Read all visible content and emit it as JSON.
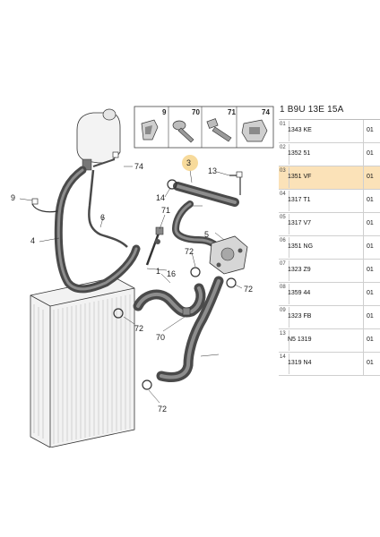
{
  "header_code": "1 B9U 13E 15A",
  "callouts": {
    "c1": "1",
    "c3": "3",
    "c4": "4",
    "c5": "5",
    "c6": "6",
    "c9": "9",
    "c13": "13",
    "c14": "14",
    "c16": "16",
    "c70": "70",
    "c71": "71",
    "c72a": "72",
    "c72b": "72",
    "c72c": "72",
    "c72d": "72",
    "c74": "74"
  },
  "boxes": {
    "b9": "9",
    "b70": "70",
    "b71": "71",
    "b74": "74"
  },
  "parts": [
    {
      "index": "01",
      "ref": "1343 KE",
      "qty": "01",
      "highlight": false
    },
    {
      "index": "02",
      "ref": "1352 51",
      "qty": "01",
      "highlight": false
    },
    {
      "index": "03",
      "ref": "1351 VF",
      "qty": "01",
      "highlight": true
    },
    {
      "index": "04",
      "ref": "1317 T1",
      "qty": "01",
      "highlight": false
    },
    {
      "index": "05",
      "ref": "1317 V7",
      "qty": "01",
      "highlight": false
    },
    {
      "index": "06",
      "ref": "1351 NG",
      "qty": "01",
      "highlight": false
    },
    {
      "index": "07",
      "ref": "1323 Z9",
      "qty": "01",
      "highlight": false
    },
    {
      "index": "08",
      "ref": "1359 44",
      "qty": "01",
      "highlight": false
    },
    {
      "index": "09",
      "ref": "1323 FB",
      "qty": "01",
      "highlight": false
    },
    {
      "index": "13",
      "ref": "N5 1319",
      "qty": "01",
      "highlight": false
    },
    {
      "index": "14",
      "ref": "1319 N4",
      "qty": "01",
      "highlight": false
    }
  ],
  "colors": {
    "highlight_row": "#fbe2b8",
    "callout_3_marker": "#f6d48a",
    "line": "#222222"
  }
}
